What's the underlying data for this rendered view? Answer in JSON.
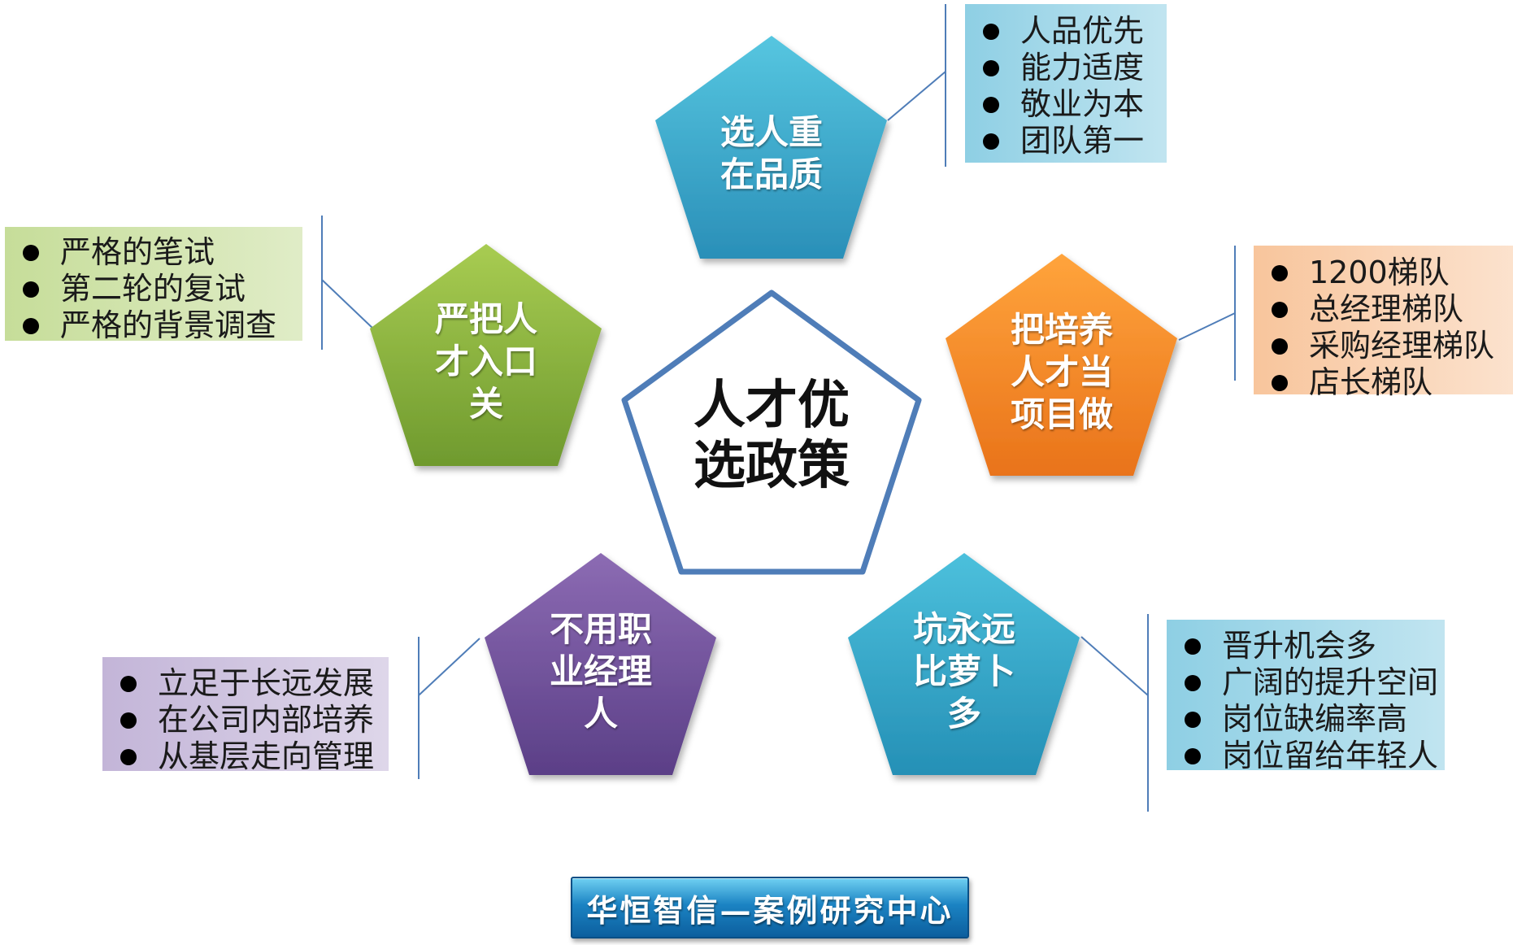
{
  "center": {
    "lines": [
      "人才优",
      "选政策"
    ]
  },
  "nodes": {
    "top": {
      "lines": [
        "选人重",
        "在品质"
      ],
      "items": [
        "人品优先",
        "能力适度",
        "敬业为本",
        "团队第一"
      ],
      "color_light": "#56c6e0",
      "color_dark": "#2a8fb8",
      "box_color": "#8ecfe4"
    },
    "left": {
      "lines": [
        "严把人",
        "才入口",
        "关"
      ],
      "items": [
        "严格的笔试",
        "第二轮的复试",
        "严格的背景调查"
      ],
      "color_light": "#a8cc52",
      "color_dark": "#6f9a2e",
      "box_color": "#c6dd99"
    },
    "right": {
      "lines": [
        "把培养",
        "人才当",
        "项目做"
      ],
      "items": [
        "1200梯队",
        "总经理梯队",
        "采购经理梯队",
        "店长梯队"
      ],
      "color_light": "#ffa43c",
      "color_dark": "#e9731a",
      "box_color": "#f8c59c"
    },
    "bottom_left": {
      "lines": [
        "不用职",
        "业经理",
        "人"
      ],
      "items": [
        "立足于长远发展",
        "在公司内部培养",
        "从基层走向管理"
      ],
      "color_light": "#8c6bb3",
      "color_dark": "#5b3f87",
      "box_color": "#c3b5d8"
    },
    "bottom_right": {
      "lines": [
        "坑永远",
        "比萝卜",
        "多"
      ],
      "items": [
        "晋升机会多",
        "广阔的提升空间",
        "岗位缺编率高",
        "岗位留给年轻人"
      ],
      "color_light": "#4cc0dc",
      "color_dark": "#2590b6",
      "box_color": "#8ecfe4"
    }
  },
  "colors": {
    "connector": "#4f7db8",
    "center_border": "#4f7db8"
  },
  "footer": {
    "text": "华恒智信—案例研究中心"
  }
}
